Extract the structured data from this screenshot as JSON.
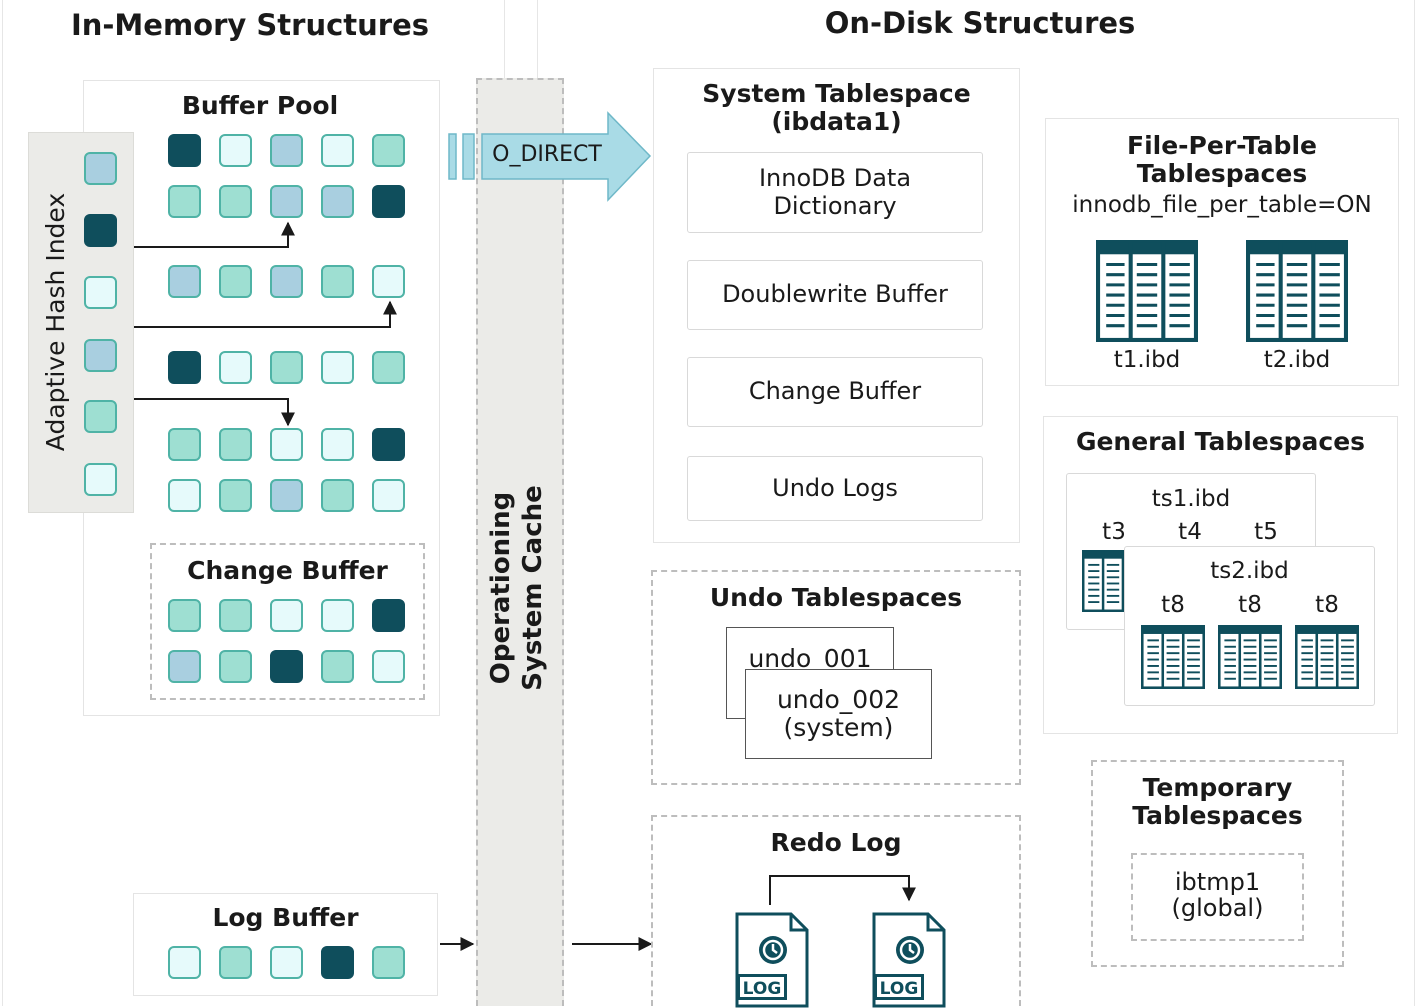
{
  "colors": {
    "dark": "#0f4e5c",
    "light": "#e6fafb",
    "teal": "#9edfd2",
    "blue": "#a9cfe0",
    "border": "#4fb3a6",
    "arrow": "#a9dbe6"
  },
  "in_memory": {
    "title": "In-Memory Structures",
    "buffer_pool": {
      "title": "Buffer Pool",
      "adaptive_hash_index": "Adaptive Hash Index",
      "ahi_pages": [
        "blue",
        "dark",
        "light",
        "blue",
        "teal",
        "light"
      ],
      "page_rows": [
        [
          "dark",
          "light",
          "blue",
          "light",
          "teal"
        ],
        [
          "teal",
          "teal",
          "blue",
          "blue",
          "dark"
        ],
        [
          "blue",
          "teal",
          "blue",
          "teal",
          "light"
        ],
        [
          "dark",
          "light",
          "teal",
          "light",
          "teal"
        ],
        [
          "teal",
          "teal",
          "light",
          "light",
          "dark"
        ],
        [
          "light",
          "teal",
          "blue",
          "teal",
          "light"
        ]
      ],
      "change_buffer": {
        "title": "Change Buffer",
        "rows": [
          [
            "teal",
            "teal",
            "light",
            "light",
            "dark"
          ],
          [
            "blue",
            "teal",
            "dark",
            "teal",
            "light"
          ]
        ]
      }
    },
    "log_buffer": {
      "title": "Log Buffer",
      "pages": [
        "light",
        "teal",
        "light",
        "dark",
        "teal"
      ]
    }
  },
  "os_cache": {
    "line1": "Operationing",
    "line2": "System Cache",
    "o_direct": "O_DIRECT"
  },
  "on_disk": {
    "title": "On-Disk Structures",
    "system_tablespace": {
      "title_line1": "System Tablespace",
      "title_line2": "(ibdata1)",
      "items": [
        {
          "line1": "InnoDB Data",
          "line2": "Dictionary"
        },
        {
          "line1": "Doublewrite Buffer",
          "line2": ""
        },
        {
          "line1": "Change Buffer",
          "line2": ""
        },
        {
          "line1": "Undo Logs",
          "line2": ""
        }
      ]
    },
    "file_per_table": {
      "title_line1": "File-Per-Table",
      "title_line2": "Tablespaces",
      "setting": "innodb_file_per_table=ON",
      "files": [
        "t1.ibd",
        "t2.ibd"
      ]
    },
    "general_tablespaces": {
      "title": "General Tablespaces",
      "ts1": {
        "name": "ts1.ibd",
        "tables": [
          "t3",
          "t4",
          "t5"
        ]
      },
      "ts2": {
        "name": "ts2.ibd",
        "tables": [
          "t8",
          "t8",
          "t8"
        ]
      }
    },
    "undo_tablespaces": {
      "title": "Undo Tablespaces",
      "undo1": "undo_001",
      "undo2_line1": "undo_002",
      "undo2_line2": "(system)"
    },
    "redo_log": {
      "title": "Redo Log",
      "file_label": "LOG"
    },
    "temporary_tablespaces": {
      "title_line1": "Temporary",
      "title_line2": "Tablespaces",
      "file_line1": "ibtmp1",
      "file_line2": "(global)"
    }
  }
}
